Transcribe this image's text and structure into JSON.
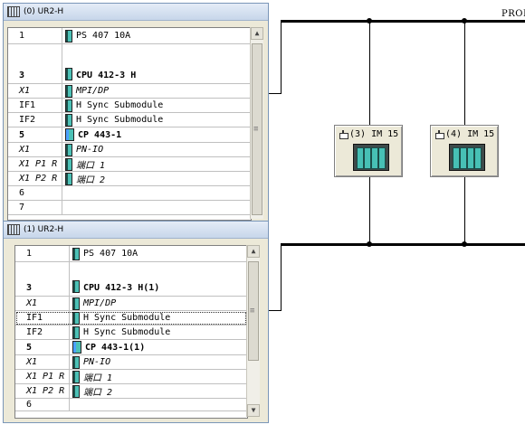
{
  "network": {
    "profibus_label": "PROFI"
  },
  "stations": [
    {
      "title": "(3) IM 15"
    },
    {
      "title": "(4) IM 15"
    }
  ],
  "window0": {
    "title": "(0) UR2-H",
    "rows": [
      {
        "slot": "1",
        "module": "PS 407 10A",
        "style": "normal",
        "icon": "module"
      },
      {
        "slot": "3",
        "module": "CPU 412-3 H",
        "style": "bold",
        "icon": "module"
      },
      {
        "slot": "X1",
        "module": "MPI/DP",
        "style": "italic",
        "icon": "module"
      },
      {
        "slot": "IF1",
        "module": "H Sync Submodule",
        "style": "normal",
        "icon": "module"
      },
      {
        "slot": "IF2",
        "module": "H Sync Submodule",
        "style": "normal",
        "icon": "module"
      },
      {
        "slot": "5",
        "module": "CP 443-1",
        "style": "bold",
        "icon": "dual"
      },
      {
        "slot": "X1",
        "module": "PN-IO",
        "style": "italic",
        "icon": "module"
      },
      {
        "slot": "X1 P1 R",
        "module": "端口 1",
        "style": "italic",
        "icon": "module"
      },
      {
        "slot": "X1 P2 R",
        "module": "端口 2",
        "style": "italic",
        "icon": "module"
      },
      {
        "slot": "6",
        "module": "",
        "style": "normal",
        "icon": "none"
      },
      {
        "slot": "7",
        "module": "",
        "style": "normal",
        "icon": "none"
      }
    ]
  },
  "window1": {
    "title": "(1) UR2-H",
    "rows": [
      {
        "slot": "1",
        "module": "PS 407 10A",
        "style": "normal",
        "icon": "module"
      },
      {
        "slot": "3",
        "module": "CPU 412-3 H(1)",
        "style": "bold",
        "icon": "module"
      },
      {
        "slot": "X1",
        "module": "MPI/DP",
        "style": "italic",
        "icon": "module"
      },
      {
        "slot": "IF1",
        "module": "H Sync Submodule",
        "style": "normal",
        "icon": "module"
      },
      {
        "slot": "IF2",
        "module": "H Sync Submodule",
        "style": "normal",
        "icon": "module"
      },
      {
        "slot": "5",
        "module": "CP 443-1(1)",
        "style": "bold",
        "icon": "dual"
      },
      {
        "slot": "X1",
        "module": "PN-IO",
        "style": "italic",
        "icon": "module"
      },
      {
        "slot": "X1 P1 R",
        "module": "端口 1",
        "style": "italic",
        "icon": "module"
      },
      {
        "slot": "X1 P2 R",
        "module": "端口 2",
        "style": "italic",
        "icon": "module"
      },
      {
        "slot": "6",
        "module": "",
        "style": "normal",
        "icon": "none"
      }
    ]
  }
}
